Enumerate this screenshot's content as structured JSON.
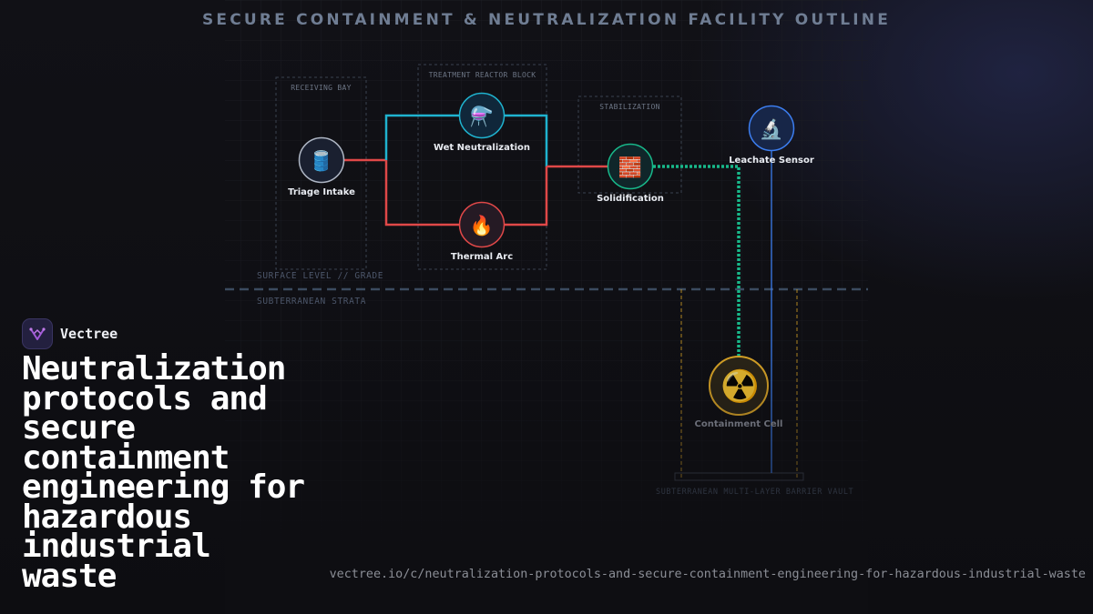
{
  "diagram": {
    "title": "SECURE CONTAINMENT & NEUTRALIZATION FACILITY OUTLINE",
    "zones": {
      "receiving": "RECEIVING BAY",
      "reactor": "TREATMENT REACTOR BLOCK",
      "stabilization": "STABILIZATION"
    },
    "strata": {
      "surface": "SURFACE LEVEL // GRADE",
      "subterranean": "SUBTERRANEAN STRATA",
      "vault": "SUBTERRANEAN MULTI-LAYER BARRIER VAULT"
    },
    "nodes": {
      "triage": {
        "label": "Triage Intake",
        "icon": "oil-drum-icon",
        "glyph": "🛢️",
        "color": "#aeb6c4"
      },
      "wet": {
        "label": "Wet Neutralization",
        "icon": "flask-icon",
        "glyph": "⚗️",
        "color": "#1fb3cf"
      },
      "thermal": {
        "label": "Thermal Arc",
        "icon": "fire-icon",
        "glyph": "🔥",
        "color": "#e04848"
      },
      "solid": {
        "label": "Solidification",
        "icon": "bricks-icon",
        "glyph": "🧱",
        "color": "#18b88a"
      },
      "sensor": {
        "label": "Leachate Sensor",
        "icon": "microscope-icon",
        "glyph": "🔬",
        "color": "#3c7ef0"
      },
      "cell": {
        "label": "Containment Cell",
        "icon": "radioactive-icon",
        "glyph": "☢️",
        "color": "#d8a326"
      }
    },
    "colors": {
      "grid": "#1c1d24",
      "zone_border": "#3a4250",
      "ground_line": "#3b4b60",
      "flow_wet": "#1fb3cf",
      "flow_thermal": "#e04848",
      "flow_solid": "#18b88a",
      "sensor_line": "#3c7ef0",
      "barrier": "#d8a326"
    }
  },
  "brand": {
    "name": "Vectree",
    "logo_icon": "vectree-logo-icon",
    "accent": "#a25ad8"
  },
  "headline": "Neutralization protocols and secure containment engineering for hazardous industrial waste",
  "url": "vectree.io/c/neutralization-protocols-and-secure-containment-engineering-for-hazardous-industrial-waste"
}
